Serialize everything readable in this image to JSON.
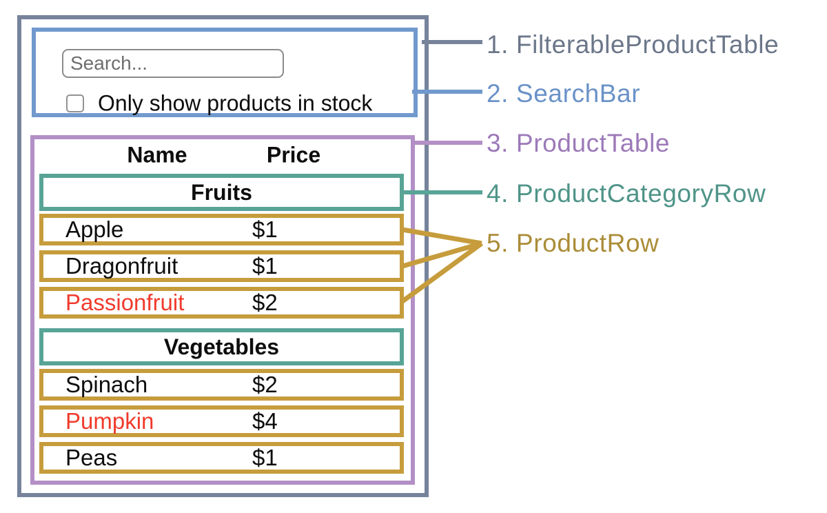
{
  "search_bar": {
    "placeholder": "Search...",
    "checkbox_label": "Only show products in stock",
    "checkbox_checked": false
  },
  "product_table": {
    "headers": {
      "name": "Name",
      "price": "Price"
    },
    "sections": [
      {
        "category": "Fruits",
        "rows": [
          {
            "name": "Apple",
            "price": "$1",
            "red_text": false
          },
          {
            "name": "Dragonfruit",
            "price": "$1",
            "red_text": false
          },
          {
            "name": "Passionfruit",
            "price": "$2",
            "red_text": true
          }
        ]
      },
      {
        "category": "Vegetables",
        "rows": [
          {
            "name": "Spinach",
            "price": "$2",
            "red_text": false
          },
          {
            "name": "Pumpkin",
            "price": "$4",
            "red_text": true
          },
          {
            "name": "Peas",
            "price": "$1",
            "red_text": false
          }
        ]
      }
    ]
  },
  "labels": [
    {
      "text": "1. FilterableProductTable",
      "color": "#6b7689"
    },
    {
      "text": "2. SearchBar",
      "color": "#6a92c8"
    },
    {
      "text": "3. ProductTable",
      "color": "#9c79b9"
    },
    {
      "text": "4. ProductCategoryRow",
      "color": "#4f9488"
    },
    {
      "text": "5. ProductRow",
      "color": "#ab8c38"
    }
  ],
  "colors": {
    "filterable_product_table_border": "#76839b",
    "search_bar_border": "#7199cd",
    "product_table_border": "#b38fc6",
    "product_category_row_border": "#58a496",
    "product_row_border": "#c69c3c",
    "red_product_text": "#f03b2c"
  }
}
